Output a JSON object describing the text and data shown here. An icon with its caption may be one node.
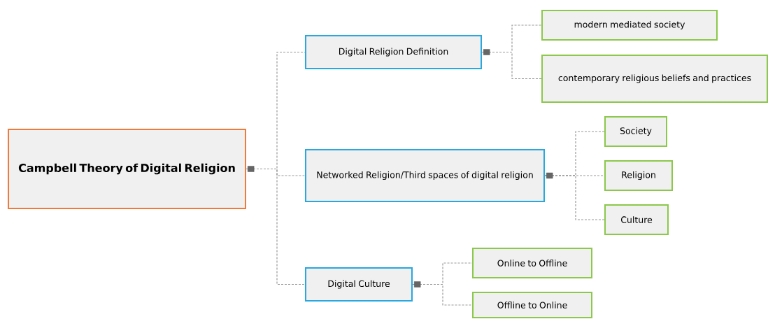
{
  "diagram": {
    "nodes": [
      {
        "text": [
          "Campbell Theory of Digital Religion"
        ]
      },
      {
        "text": [
          "Digital Religion Definition"
        ]
      },
      {
        "text": [
          "modern mediated society"
        ]
      },
      {
        "text": [
          "contemporary religious beliefs and practices"
        ]
      },
      {
        "text": [
          "Networked Religion/Third spaces of digital religion"
        ]
      },
      {
        "text": [
          "Society"
        ]
      },
      {
        "text": [
          "Religion"
        ]
      },
      {
        "text": [
          "Culture"
        ]
      },
      {
        "text": [
          "Digital Culture"
        ]
      },
      {
        "text": [
          "Online to Offline"
        ]
      },
      {
        "text": [
          "Offline to Online"
        ]
      }
    ],
    "edges": [
      {
        "from": 0,
        "to": 1,
        "arrow": "none",
        "style": "dashed"
      },
      {
        "from": 0,
        "to": 4,
        "arrow": "none",
        "style": "dashed"
      },
      {
        "from": 0,
        "to": 8,
        "arrow": "none",
        "style": "dashed"
      },
      {
        "from": 1,
        "to": 2,
        "arrow": "none",
        "style": "dashed"
      },
      {
        "from": 1,
        "to": 3,
        "arrow": "none",
        "style": "dashed"
      },
      {
        "from": 4,
        "to": 5,
        "arrow": "none",
        "style": "dashed"
      },
      {
        "from": 4,
        "to": 6,
        "arrow": "none",
        "style": "dashed"
      },
      {
        "from": 4,
        "to": 7,
        "arrow": "none",
        "style": "dashed"
      },
      {
        "from": 8,
        "to": 9,
        "arrow": "none",
        "style": "dashed"
      },
      {
        "from": 8,
        "to": 10,
        "arrow": "none",
        "style": "dashed"
      }
    ]
  }
}
